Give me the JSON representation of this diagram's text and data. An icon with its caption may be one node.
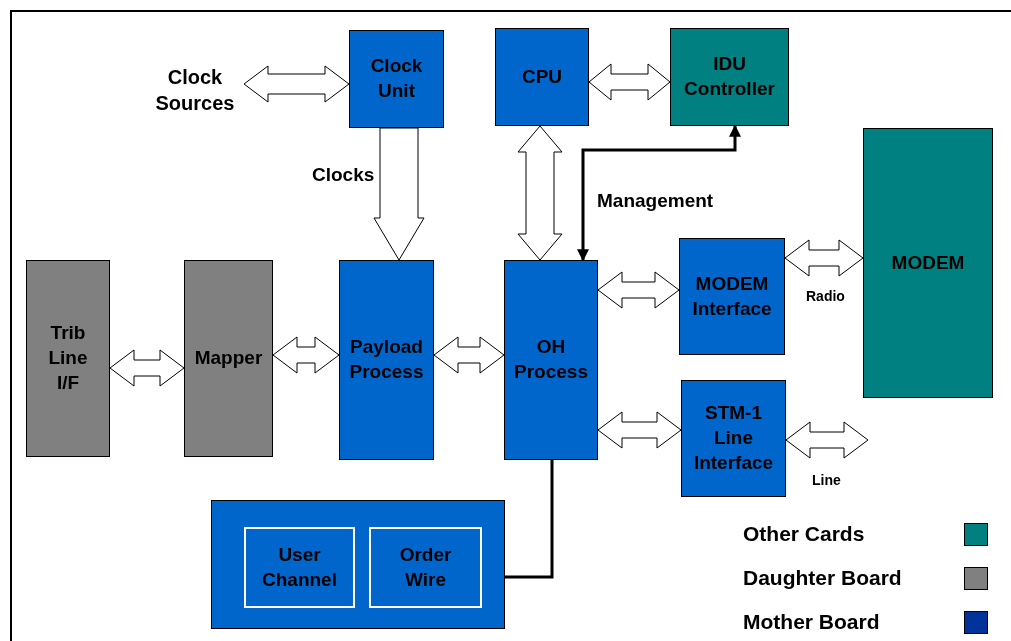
{
  "diagram": {
    "nodes": [
      {
        "text": [
          "Clock Sources"
        ]
      },
      {
        "text": [
          "Clock Unit"
        ]
      },
      {
        "text": [
          "CPU"
        ]
      },
      {
        "text": [
          "IDU Controller"
        ]
      },
      {
        "text": [
          "MODEM"
        ]
      },
      {
        "text": [
          "Trib Line I/F"
        ]
      },
      {
        "text": [
          "Mapper"
        ]
      },
      {
        "text": [
          "Payload Process"
        ]
      },
      {
        "text": [
          "OH Process"
        ]
      },
      {
        "text": [
          "MODEM Interface"
        ]
      },
      {
        "text": [
          "STM-1 Line Interface"
        ]
      },
      {
        "text": [],
        "shape": "box"
      },
      {
        "text": [
          "User Channel"
        ],
        "in": 11
      },
      {
        "text": [
          "Order Wire"
        ],
        "in": 11
      }
    ],
    "edges": [
      {
        "from": 0,
        "to": 1,
        "arrow": "both"
      },
      {
        "from": 1,
        "to": 7,
        "arrow": "to",
        "label": "Clocks"
      },
      {
        "from": 2,
        "to": 3,
        "arrow": "both"
      },
      {
        "from": 2,
        "to": 8,
        "arrow": "both"
      },
      {
        "from": 8,
        "to": 3,
        "arrow": "both",
        "label": "Management"
      },
      {
        "from": 5,
        "to": 6,
        "arrow": "both"
      },
      {
        "from": 6,
        "to": 7,
        "arrow": "both"
      },
      {
        "from": 7,
        "to": 8,
        "arrow": "both"
      },
      {
        "from": 8,
        "to": 9,
        "arrow": "both"
      },
      {
        "from": 9,
        "to": 4,
        "arrow": "both",
        "label": "Radio"
      },
      {
        "from": 8,
        "to": 10,
        "arrow": "both"
      },
      {
        "from": 10,
        "to": null,
        "arrow": "both",
        "label": "Line"
      },
      {
        "from": 8,
        "to": 11,
        "arrow": "none"
      }
    ],
    "legend": [
      {
        "text": "Other Cards",
        "color": "#008080"
      },
      {
        "text": "Daughter Board",
        "color": "#808080"
      },
      {
        "text": "Mother Board",
        "color": "#003399"
      }
    ]
  }
}
